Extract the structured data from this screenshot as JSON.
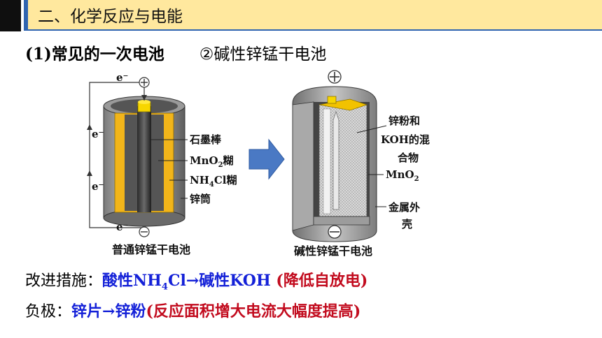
{
  "header": {
    "title": "二、化学反应与电能"
  },
  "subtitle": {
    "left": "(1)常见的一次电池",
    "right": "②碱性锌锰干电池"
  },
  "diagram": {
    "left_cell": {
      "labels": {
        "electron": "e⁻",
        "graphite_rod": "石墨棒",
        "mno2_paste_pre": "MnO",
        "mno2_paste_sub": "2",
        "mno2_paste_post": "糊",
        "nh4cl_paste_pre": "NH",
        "nh4cl_paste_sub": "4",
        "nh4cl_paste_post": "Cl糊",
        "zinc_can": "锌筒"
      },
      "caption": "普通锌锰干电池"
    },
    "right_cell": {
      "labels": {
        "zinc_koh_1": "锌粉和",
        "zinc_koh_2": "KOH的混",
        "zinc_koh_3": "合物",
        "mno2_pre": "MnO",
        "mno2_sub": "2",
        "shell_1": "金属外",
        "shell_2": "壳"
      },
      "caption": "碱性锌锰干电池"
    }
  },
  "improvement": {
    "prefix": "改进措施：",
    "change_a": "酸性NH",
    "change_sub": "4",
    "change_b": "Cl→碱性KOH",
    "reason": " (降低自放电)"
  },
  "negative": {
    "prefix": "负极：",
    "change": "锌片→锌粉",
    "reason": "(反应面积增大电流大幅度提高)"
  },
  "colors": {
    "accent_blue": "#1421d8",
    "accent_red": "#c20b1e",
    "title_bg": "#ffe89e",
    "title_border": "#2f64b0",
    "zinc_yellow": "#f2b51a"
  }
}
